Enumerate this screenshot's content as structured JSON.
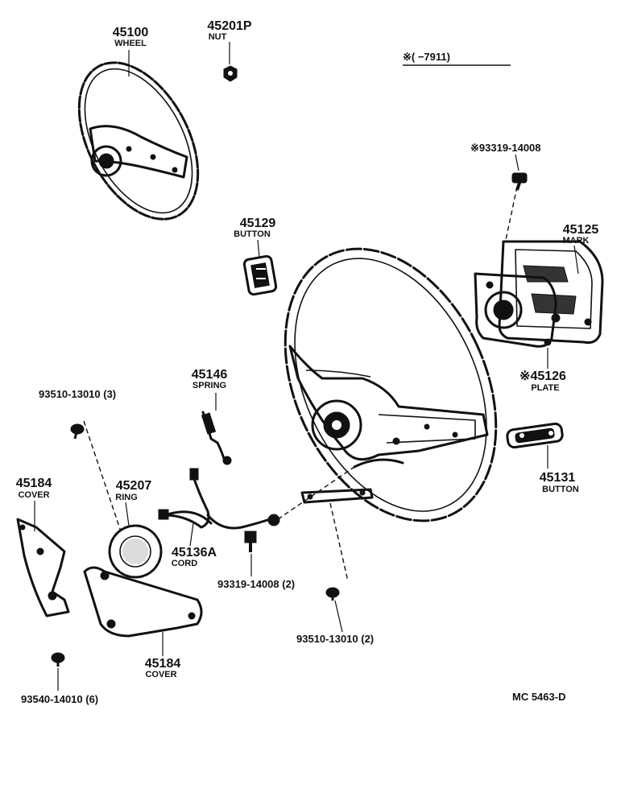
{
  "parts": {
    "wheel": {
      "number": "45100",
      "name": "WHEEL"
    },
    "nut": {
      "number": "45201P",
      "name": "NUT"
    },
    "button_45129": {
      "number": "45129",
      "name": "BUTTON"
    },
    "mark": {
      "number": "45125",
      "name": "MARK"
    },
    "plate": {
      "number": "※45126",
      "name": "PLATE"
    },
    "spring": {
      "number": "45146",
      "name": "SPRING"
    },
    "button_45131": {
      "number": "45131",
      "name": "BUTTON"
    },
    "cover_left": {
      "number": "45184",
      "name": "COVER"
    },
    "ring": {
      "number": "45207",
      "name": "RING"
    },
    "cord": {
      "number": "45136A",
      "name": "CORD"
    },
    "cover_bottom": {
      "number": "45184",
      "name": "COVER"
    }
  },
  "fasteners": {
    "screw_top_right": "※93319-14008",
    "screw_left": "93510-13010 (3)",
    "bolt_cord": "93319-14008 (2)",
    "screw_center": "93510-13010 (2)",
    "screw_bottom_left": "93540-14010 (6)"
  },
  "note": "※(      −7911)",
  "diagram_code": "MC  5463-D",
  "icons": [
    "steering-wheel",
    "hex-nut",
    "horn-button",
    "emblem-mark",
    "backing-plate",
    "contact-spring",
    "slip-ring",
    "wire-harness",
    "column-cover",
    "screw",
    "bolt"
  ]
}
